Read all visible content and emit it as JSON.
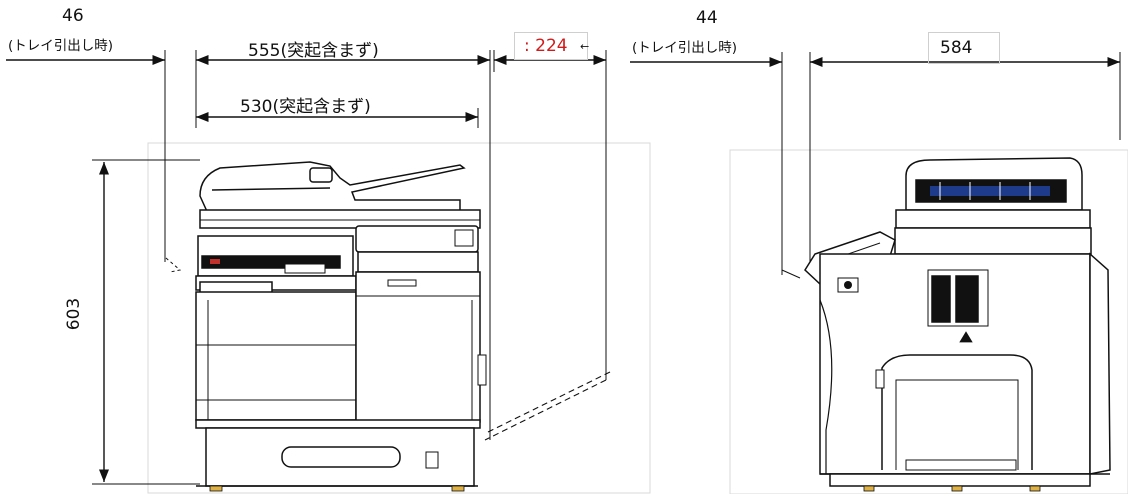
{
  "front_view": {
    "tray_dim": {
      "value": "46",
      "note": "(トレイ引出し時)"
    },
    "width_555": "555(突起含まず)",
    "width_530": "530(突起含まず)",
    "side_ext": {
      "value": ": 224",
      "color": "#d21a1a"
    },
    "height": "603"
  },
  "side_view": {
    "tray_dim": {
      "value": "44",
      "note": "(トレイ引出し時)"
    },
    "depth": "584"
  }
}
